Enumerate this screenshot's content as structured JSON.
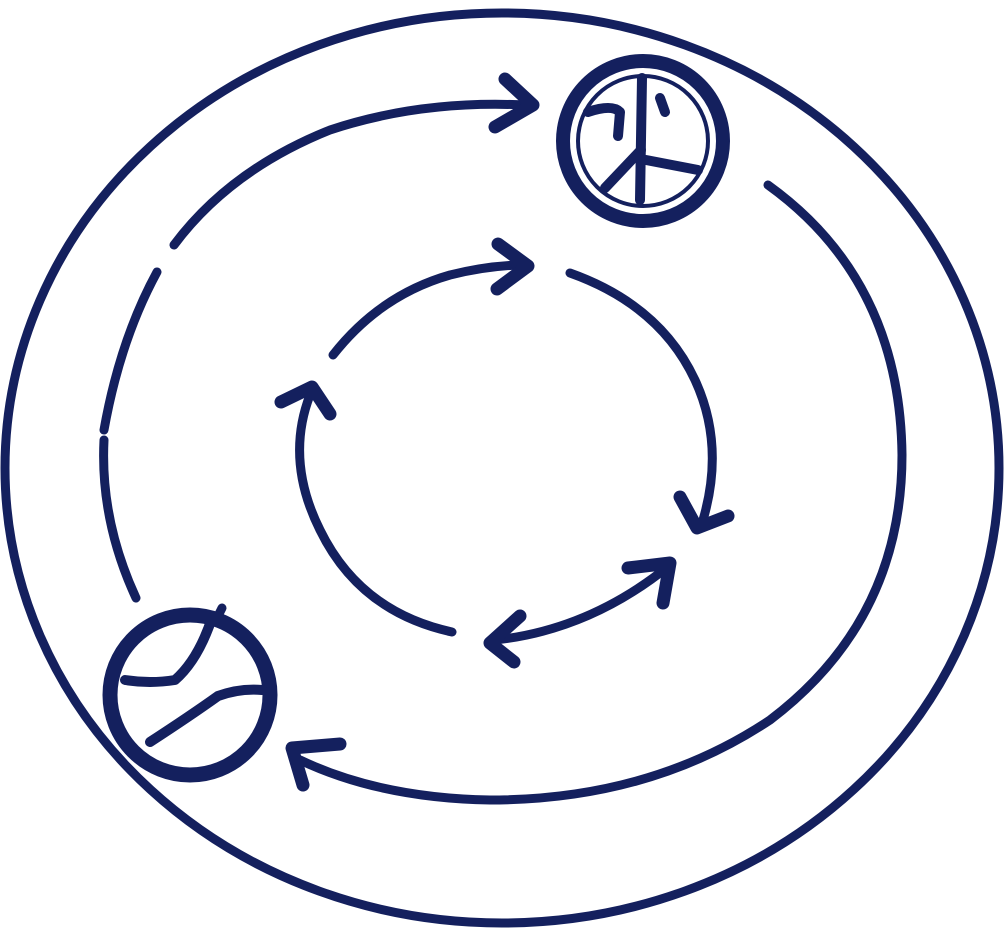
{
  "diagram": {
    "style": "line-icon",
    "stroke_color": "#14205e",
    "background_color": "#ffffff",
    "icons": [
      {
        "name": "peace-symbol-icon",
        "position": "top-right"
      },
      {
        "name": "ball-icon",
        "position": "bottom-left"
      }
    ],
    "outer_ring_arrows": [
      {
        "name": "outer-arrow-top",
        "direction": "clockwise"
      },
      {
        "name": "outer-arrow-bottom",
        "direction": "clockwise"
      }
    ],
    "inner_ring_arrows": [
      {
        "name": "inner-arrow-top",
        "direction": "clockwise"
      },
      {
        "name": "inner-arrow-right",
        "direction": "clockwise"
      },
      {
        "name": "inner-arrow-bottom-double",
        "direction": "bidirectional"
      },
      {
        "name": "inner-arrow-left",
        "direction": "clockwise"
      }
    ]
  }
}
